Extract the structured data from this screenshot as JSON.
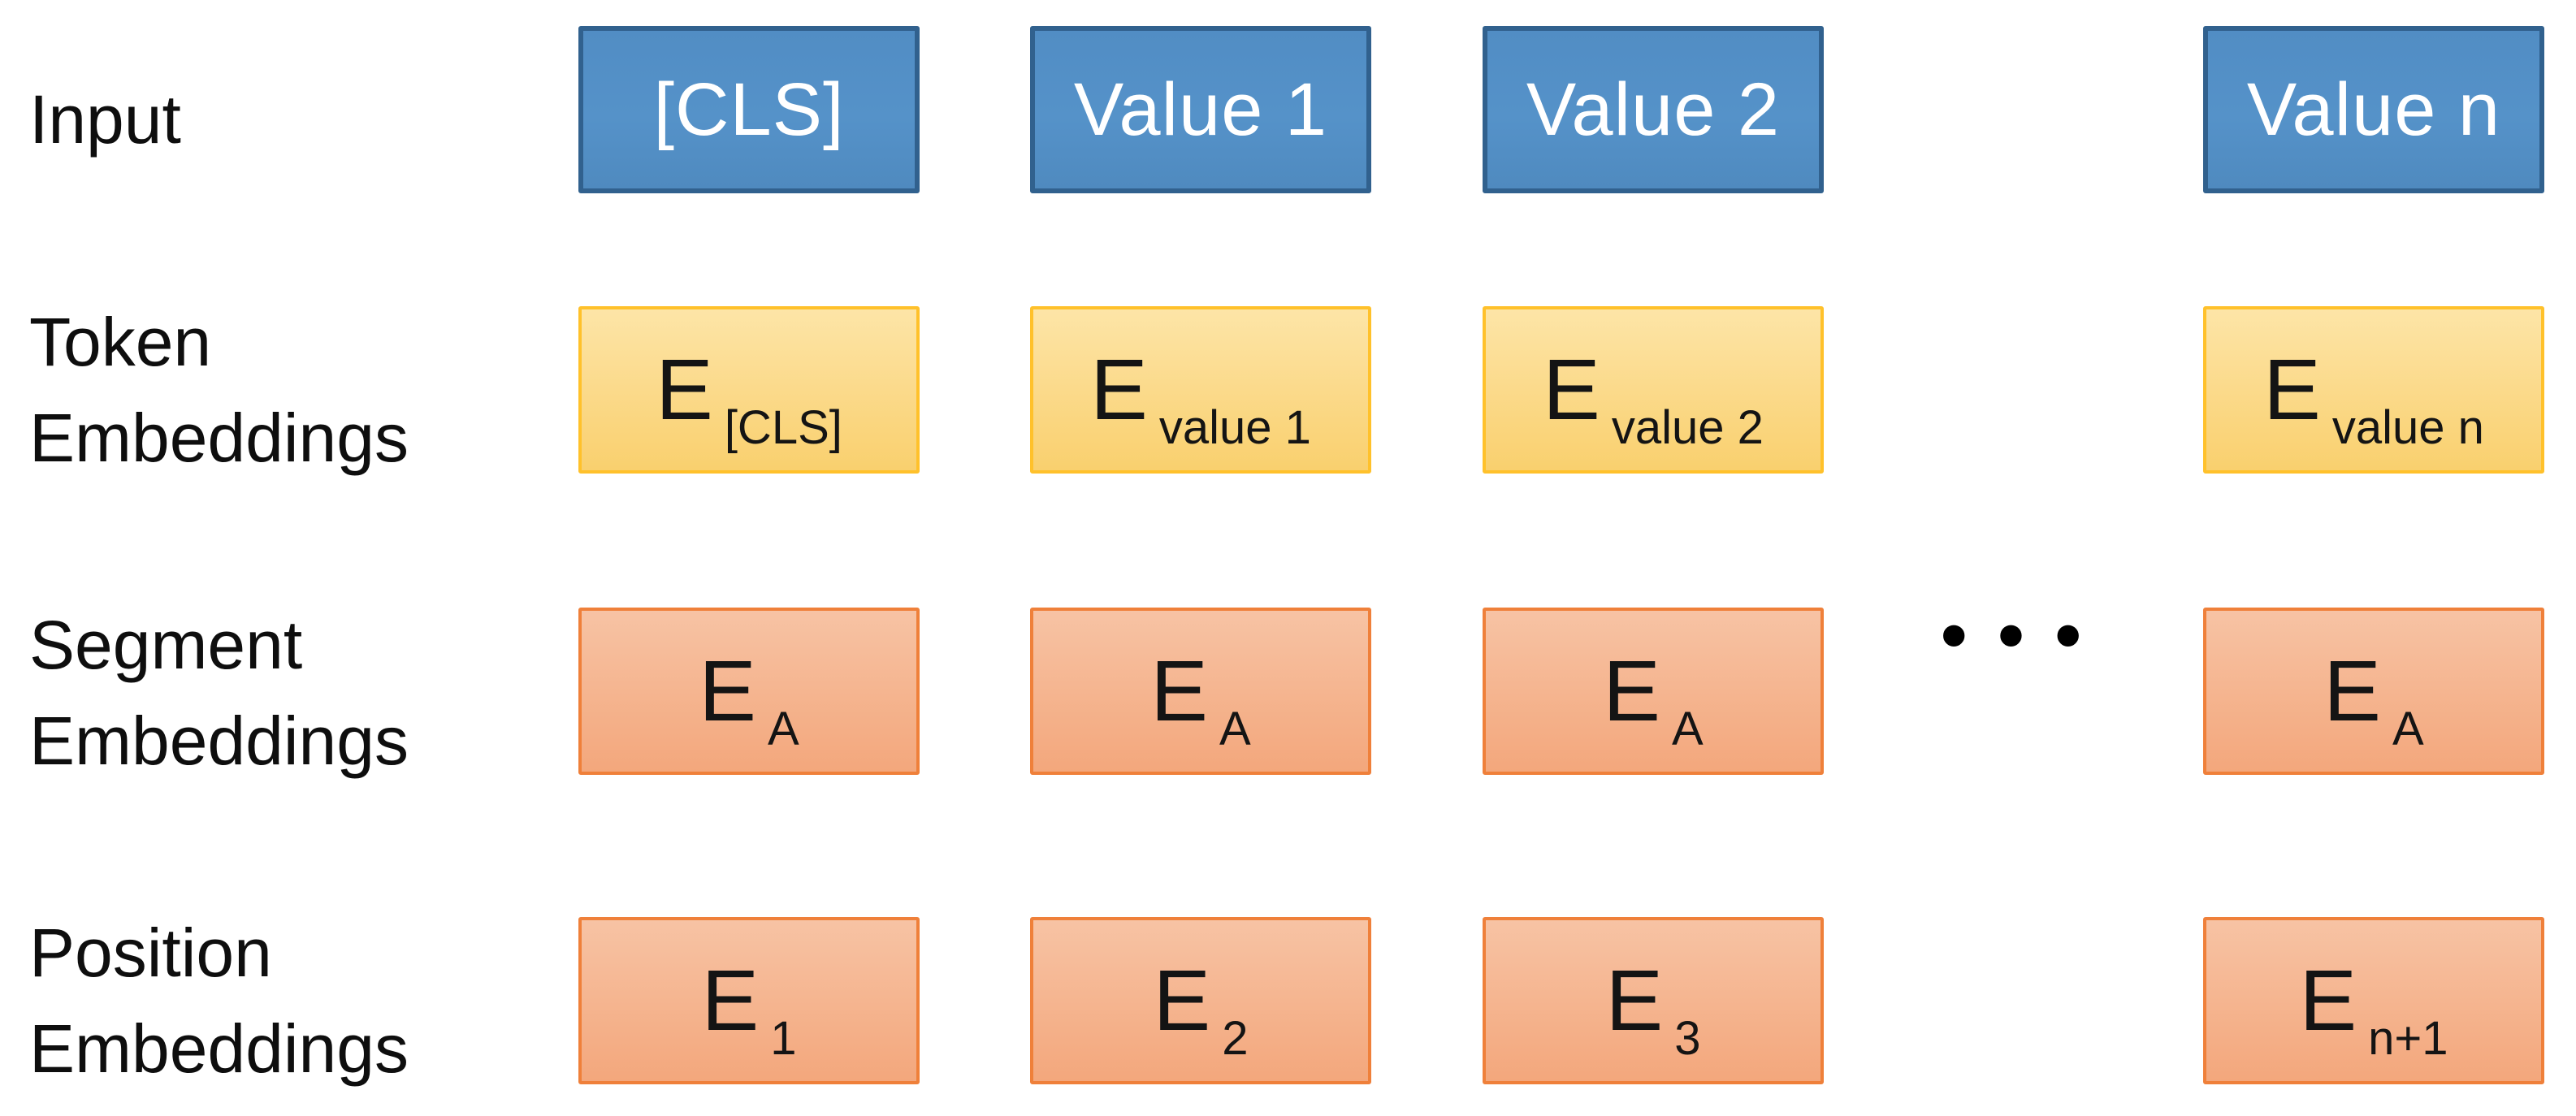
{
  "diagram": {
    "rows": [
      {
        "label_lines": [
          "Input"
        ],
        "cells": [
          {
            "text": "[CLS]"
          },
          {
            "text": "Value 1"
          },
          {
            "text": "Value 2"
          },
          {
            "text": "Value n"
          }
        ]
      },
      {
        "label_lines": [
          "Token",
          "Embeddings"
        ],
        "cells": [
          {
            "main": "E",
            "sub": "[CLS]"
          },
          {
            "main": "E",
            "sub": "value 1"
          },
          {
            "main": "E",
            "sub": "value 2"
          },
          {
            "main": "E",
            "sub": "value n"
          }
        ]
      },
      {
        "label_lines": [
          "Segment",
          "Embeddings"
        ],
        "cells": [
          {
            "main": "E",
            "sub": "A"
          },
          {
            "main": "E",
            "sub": "A"
          },
          {
            "main": "E",
            "sub": "A"
          },
          {
            "main": "E",
            "sub": "A"
          }
        ]
      },
      {
        "label_lines": [
          "Position",
          "Embeddings"
        ],
        "cells": [
          {
            "main": "E",
            "sub": "1"
          },
          {
            "main": "E",
            "sub": "2"
          },
          {
            "main": "E",
            "sub": "3"
          },
          {
            "main": "E",
            "sub": "n+1"
          }
        ]
      }
    ],
    "ellipsis": "•••",
    "colors": {
      "input_box_fill": "#5592C9",
      "input_box_border": "#31618E",
      "input_box_text": "#FFFFFF",
      "token_box_fill_top": "#FDE5A7",
      "token_box_fill_bottom": "#F9D06E",
      "token_box_border": "#FFC12B",
      "segment_box_fill_top": "#F7C3A4",
      "segment_box_fill_bottom": "#F3A77C",
      "segment_box_border": "#EF803A",
      "label_text": "#0E0E0E",
      "formula_text": "#141414",
      "background": "#FFFFFF"
    }
  }
}
